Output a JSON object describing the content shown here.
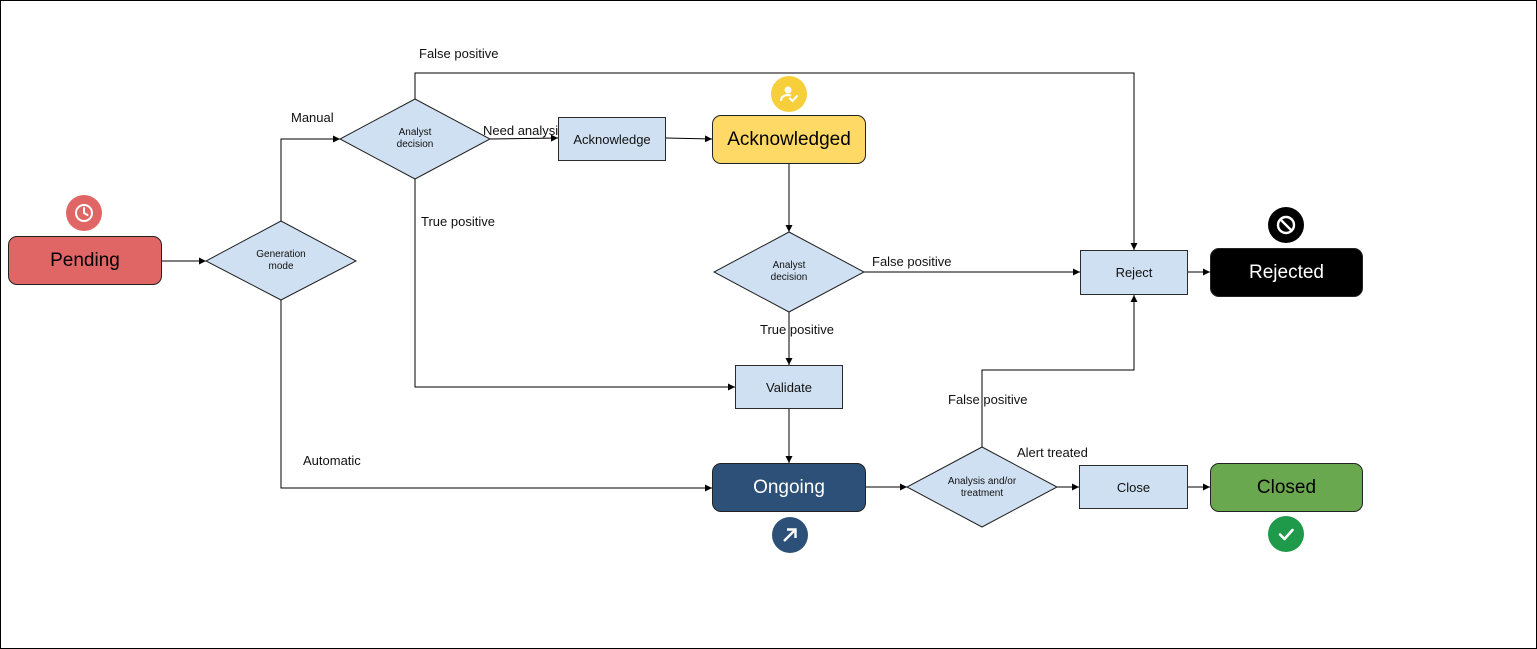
{
  "states": {
    "pending": {
      "label": "Pending",
      "fill": "#e06666",
      "text": "#000000",
      "icon": "clock-icon",
      "icon_bg": "#e06666"
    },
    "acknowledged": {
      "label": "Acknowledged",
      "fill": "#ffd966",
      "text": "#000000",
      "icon": "person-check-icon",
      "icon_bg": "#f6cf3b"
    },
    "rejected": {
      "label": "Rejected",
      "fill": "#000000",
      "text": "#ffffff",
      "icon": "prohibited-icon",
      "icon_bg": "#000000"
    },
    "ongoing": {
      "label": "Ongoing",
      "fill": "#2d5078",
      "text": "#ffffff",
      "icon": "arrow-up-right-icon",
      "icon_bg": "#2d5078"
    },
    "closed": {
      "label": "Closed",
      "fill": "#6aa84f",
      "text": "#000000",
      "icon": "check-icon",
      "icon_bg": "#1e9a4a"
    }
  },
  "actions": {
    "acknowledge": "Acknowledge",
    "reject": "Reject",
    "validate": "Validate",
    "close": "Close"
  },
  "decisions": {
    "generation_mode": "Generation mode",
    "analyst_decision_1": "Analyst decision",
    "analyst_decision_2": "Analyst decision",
    "analysis_treatment": "Analysis and/or treatment"
  },
  "edge_labels": {
    "false_positive_top": "False positive",
    "manual": "Manual",
    "need_analysis": "Need analysis",
    "true_positive_1": "True positive",
    "false_positive_mid": "False positive",
    "true_positive_2": "True positive",
    "false_positive_low": "False positive",
    "automatic": "Automatic",
    "alert_treated": "Alert treated"
  },
  "colors": {
    "action_fill": "#cfe0f2",
    "decision_fill": "#cfe0f2",
    "stroke": "#000000"
  }
}
